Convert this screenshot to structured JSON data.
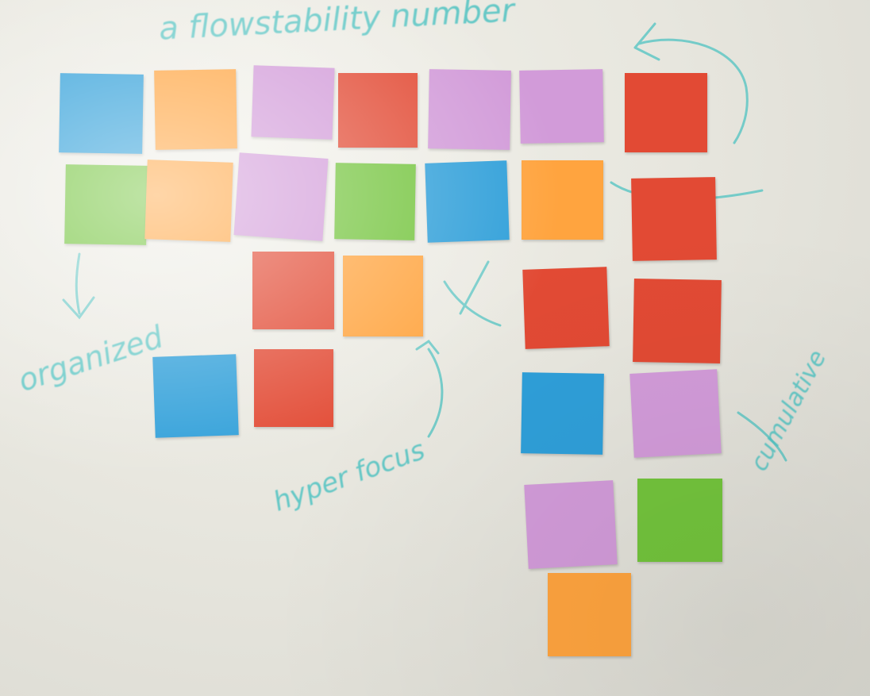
{
  "colors": {
    "blue": "#2f9fd9",
    "orange": "#ffa43f",
    "pink": "#d29bd9",
    "red": "#e24a34",
    "green": "#73c43c",
    "marker": "#4fc3c2"
  },
  "marker_text": {
    "top": "a flowstability number",
    "left": "organized",
    "bottom": "hyper focus",
    "right": "cumulative"
  },
  "notes": [
    {
      "color": "blue"
    },
    {
      "color": "orange"
    },
    {
      "color": "pink"
    },
    {
      "color": "red"
    },
    {
      "color": "pink"
    },
    {
      "color": "pink"
    },
    {
      "color": "red"
    },
    {
      "color": "green"
    },
    {
      "color": "orange"
    },
    {
      "color": "pink"
    },
    {
      "color": "green"
    },
    {
      "color": "blue"
    },
    {
      "color": "orange"
    },
    {
      "color": "red"
    },
    {
      "color": "red"
    },
    {
      "color": "orange"
    },
    {
      "color": "red"
    },
    {
      "color": "red"
    },
    {
      "color": "blue"
    },
    {
      "color": "red"
    },
    {
      "color": "blue"
    },
    {
      "color": "pink"
    },
    {
      "color": "pink"
    },
    {
      "color": "green"
    },
    {
      "color": "orange"
    }
  ]
}
